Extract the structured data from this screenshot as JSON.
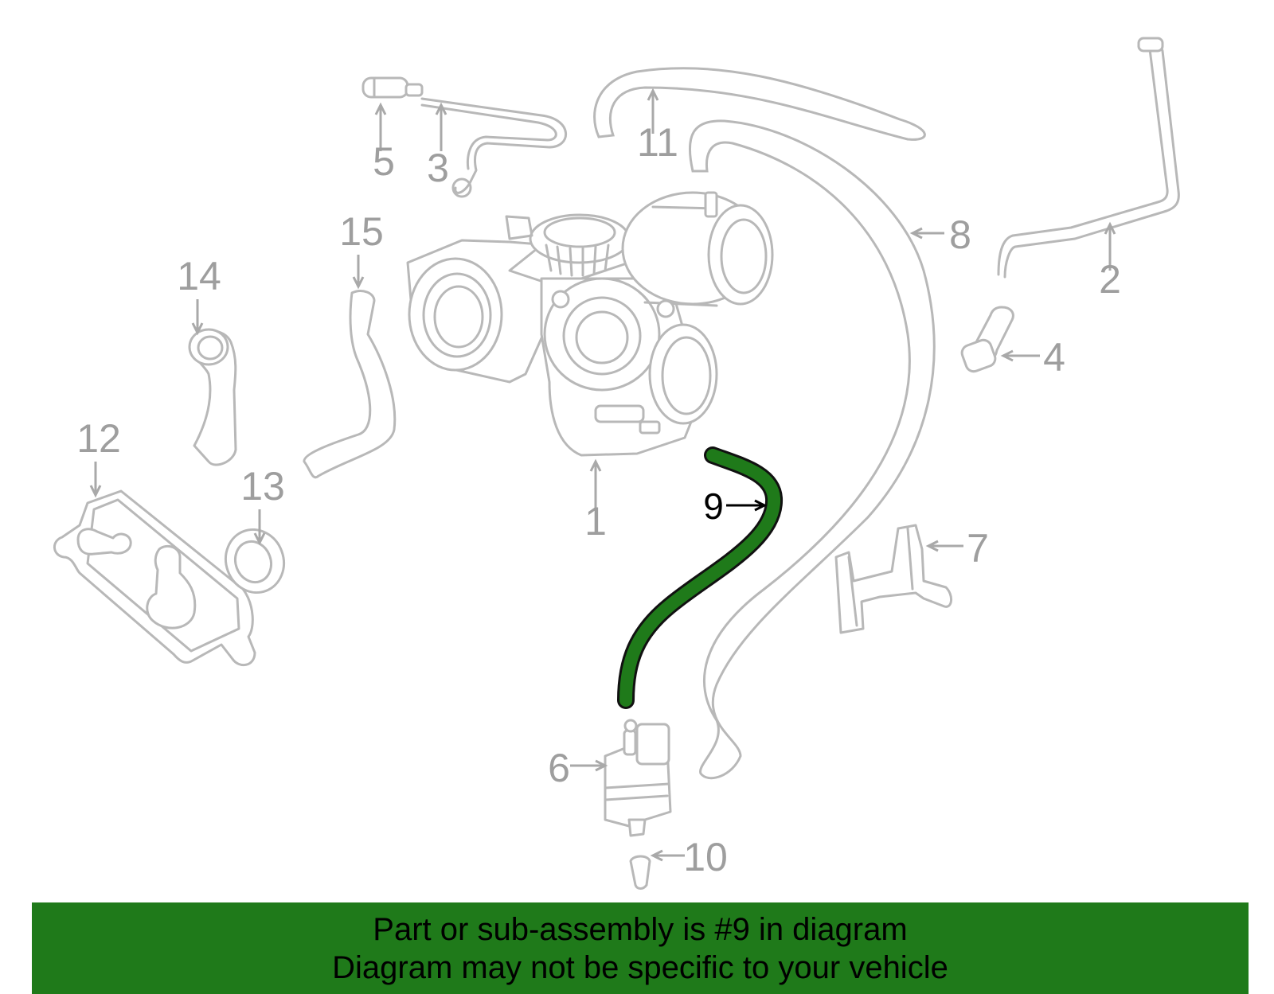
{
  "diagram": {
    "callouts": [
      "1",
      "2",
      "3",
      "4",
      "5",
      "6",
      "7",
      "8",
      "9",
      "10",
      "11",
      "12",
      "13",
      "14",
      "15"
    ],
    "highlight_color": "#1f7a1a",
    "part_color": "#b8b8b8"
  },
  "banner": {
    "line1": "Part or sub-assembly is #9 in diagram",
    "line2": "Diagram may not be specific to your vehicle",
    "background": "#1f7a1a"
  }
}
